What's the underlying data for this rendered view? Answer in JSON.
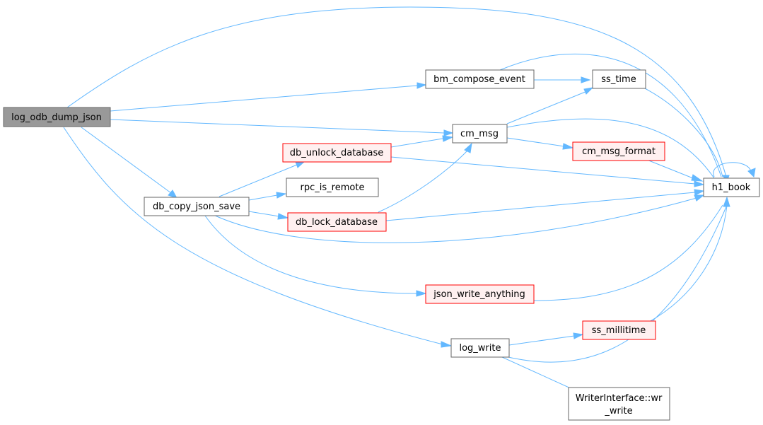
{
  "colors": {
    "edge": "#63b8ff",
    "root_fill": "#999999",
    "root_stroke": "#666666",
    "plain_fill": "#ffffff",
    "plain_stroke": "#666666",
    "warn_fill": "#fff0f0",
    "warn_stroke": "#ff0000"
  },
  "nodes": {
    "log_odb_dump_json": "log_odb_dump_json",
    "bm_compose_event": "bm_compose_event",
    "ss_time": "ss_time",
    "cm_msg": "cm_msg",
    "cm_msg_format": "cm_msg_format",
    "db_unlock_database": "db_unlock_database",
    "h1_book": "h1_book",
    "rpc_is_remote": "rpc_is_remote",
    "db_copy_json_save": "db_copy_json_save",
    "db_lock_database": "db_lock_database",
    "json_write_anything": "json_write_anything",
    "ss_millitime": "ss_millitime",
    "log_write": "log_write",
    "writer_line1": "WriterInterface::wr",
    "writer_line2": "_write"
  }
}
